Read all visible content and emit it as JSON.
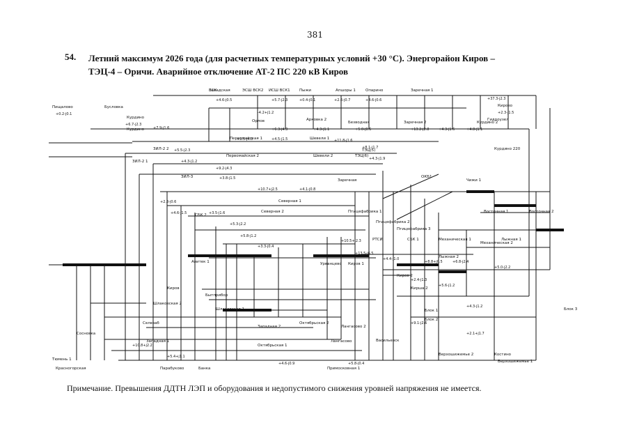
{
  "page_number": "381",
  "item_number": "54.",
  "title_line1": "Летний максимум 2026 года (для расчетных температурных условий +30 °С). Энергорайон Киров –",
  "title_line2": "ТЭЦ-4 – Оричи. Аварийное отключение АТ-2 ПС 220 кВ Киров",
  "note": "Примечание. Превышения ДДТН ЛЭП и оборудования и недопустимого снижения уровней напряжения не имеется.",
  "scheme": {
    "stations": [
      {
        "id": "vsk",
        "label": "ВСК"
      },
      {
        "id": "ecu",
        "label": "ЭСШ ВСК2"
      },
      {
        "id": "ish",
        "label": "ИСШ ВСК1"
      },
      {
        "id": "bjxi",
        "label": "Пыжи"
      },
      {
        "id": "apsh1",
        "label": "Апшоры 1"
      },
      {
        "id": "olnsa",
        "label": "Опарино"
      },
      {
        "id": "zar1",
        "label": "Заречная 1"
      },
      {
        "id": "kirov_top",
        "label": "Кирово"
      },
      {
        "id": "gidr",
        "label": "Гидроузел"
      },
      {
        "id": "kurgino",
        "label": "Курдино"
      },
      {
        "id": "kurd2",
        "label": "Курдино 2"
      },
      {
        "id": "kur220",
        "label": "Курдино 220"
      },
      {
        "id": "pisch",
        "label": "Пищалово"
      },
      {
        "id": "susl",
        "label": "Бусловка"
      },
      {
        "id": "kurgin",
        "label": "Курдино"
      },
      {
        "id": "orlov",
        "label": "Орлов"
      },
      {
        "id": "arkad",
        "label": "Арковка 2"
      },
      {
        "id": "bez",
        "label": "Безводная"
      },
      {
        "id": "zarech2",
        "label": "Заречная 2"
      },
      {
        "id": "perv1",
        "label": "Первомайская 1"
      },
      {
        "id": "perv2",
        "label": "Первомайская 2"
      },
      {
        "id": "zil2",
        "label": "ЗИЛ-2 2"
      },
      {
        "id": "zil1",
        "label": "ЗИЛ-2 1"
      },
      {
        "id": "zils",
        "label": "ЗИЛ-3"
      },
      {
        "id": "shev1",
        "label": "Шевели 1"
      },
      {
        "id": "shev2",
        "label": "Шевели 2"
      },
      {
        "id": "tec5",
        "label": "ТЭЦ(5)"
      },
      {
        "id": "tec",
        "label": "ТЭЦ(6)"
      },
      {
        "id": "sev1",
        "label": "Северная 1"
      },
      {
        "id": "sev2",
        "label": "Северная 2"
      },
      {
        "id": "zar",
        "label": "Заречная"
      },
      {
        "id": "ok",
        "label": "ОКБ1"
      },
      {
        "id": "chizh",
        "label": "Чижи 1"
      },
      {
        "id": "vost1",
        "label": "Восточная 1"
      },
      {
        "id": "vost2",
        "label": "Восточная 2"
      },
      {
        "id": "ptf1",
        "label": "Птицефабрика 1"
      },
      {
        "id": "ptf2",
        "label": "Птицефабрика 2"
      },
      {
        "id": "ptf3",
        "label": "Птицефабрика 3"
      },
      {
        "id": "ptc",
        "label": "РТСИ"
      },
      {
        "id": "sbk",
        "label": "СБК 1"
      },
      {
        "id": "mech",
        "label": "Механическая 1"
      },
      {
        "id": "mech2",
        "label": "Механическая 2"
      },
      {
        "id": "lyam",
        "label": "Лыжная 1"
      },
      {
        "id": "lyam2",
        "label": "Лыжная 2"
      },
      {
        "id": "sbk2",
        "label": "СБК 2"
      },
      {
        "id": "avitek",
        "label": "Авитек 1"
      },
      {
        "id": "urm",
        "label": "Урванцево"
      },
      {
        "id": "kirov",
        "label": "Киров 1"
      },
      {
        "id": "kirov2",
        "label": "Киров 2"
      },
      {
        "id": "kirov_b",
        "label": "Киров"
      },
      {
        "id": "bytprib",
        "label": "Бытприбор"
      },
      {
        "id": "shl1",
        "label": "Шлаковская 1"
      },
      {
        "id": "shl2",
        "label": "Шлаковская 2"
      },
      {
        "id": "selc",
        "label": "Селезаб"
      },
      {
        "id": "zap1",
        "label": "Западная 1"
      },
      {
        "id": "zap2",
        "label": "Западная 2"
      },
      {
        "id": "okt1",
        "label": "Октябрьская 1"
      },
      {
        "id": "okt2",
        "label": "Октябрьская 2"
      },
      {
        "id": "lang2",
        "label": "Лангасово 2"
      },
      {
        "id": "lang",
        "label": "Лангасово"
      },
      {
        "id": "vasil",
        "label": "Васильевск"
      },
      {
        "id": "kirsh",
        "label": "Кирша 2"
      },
      {
        "id": "blok",
        "label": "Блок 1"
      },
      {
        "id": "blok2",
        "label": "Блок 2"
      },
      {
        "id": "blok3",
        "label": "Блок 3"
      },
      {
        "id": "kostino",
        "label": "Костино"
      },
      {
        "id": "verh",
        "label": "Верхошижемье 1"
      },
      {
        "id": "verh2",
        "label": "Верхошижемье 2"
      },
      {
        "id": "tumen",
        "label": "Тюмень 1"
      },
      {
        "id": "kran",
        "label": "Красногорская"
      },
      {
        "id": "pac",
        "label": "Парабуково"
      },
      {
        "id": "bank",
        "label": "Банка"
      },
      {
        "id": "prim",
        "label": "Примосковная 1"
      },
      {
        "id": "sosn",
        "label": "Сосновка"
      },
      {
        "id": "zapsk",
        "label": "Западская"
      }
    ],
    "flows": [
      "+4.6-j0.5",
      "+5.7-j2.3",
      "+0.4-j0.1",
      "+2.6-j0.7",
      "+4.6-j0.6",
      "+37.3-j2.3",
      "+2.3-j1.5",
      "+0.2-j0.1",
      "+6.7-j2.3",
      "+7.9-j1.6",
      "-4.2+j1.2",
      "+6.3-j4.3",
      "+4.3-j1.1",
      "+5.0-j0.6",
      "+13.2-j2.8",
      "+4.3-j1.6",
      "+4.8-j1.1",
      "+3.5-j4.5",
      "+4.5-j1.5",
      "+11.8-j1.6",
      "+8.1-j1.7",
      "+4.3-j1.9",
      "+5.5-j2.3",
      "+4.3-j1.2",
      "+9.2-j4.3",
      "+3.8-j1.5",
      "+10.7+j2.5",
      "+4.1-j0.8",
      "+2.3-j0.6",
      "+4.6-j1.5",
      "+3.5-j1.6",
      "+5.3-j2.2",
      "+5.8-j1.2",
      "+3.3-j0.4",
      "+10.5+j2.3",
      "+13.5-j6.5",
      "+4.4-j1.0",
      "+8.8+j0.5",
      "+6.8-j2.4",
      "+5.0-j2.2",
      "+2.4-j1.3",
      "+5.6-j1.2",
      "+4.3-j1.2",
      "+9.1-j2.6",
      "+2.1+j1.7",
      "+10.8+j2.2",
      "+5.4+j1.1",
      "+4.6-j0.9",
      "+5.8-j0.4"
    ]
  }
}
